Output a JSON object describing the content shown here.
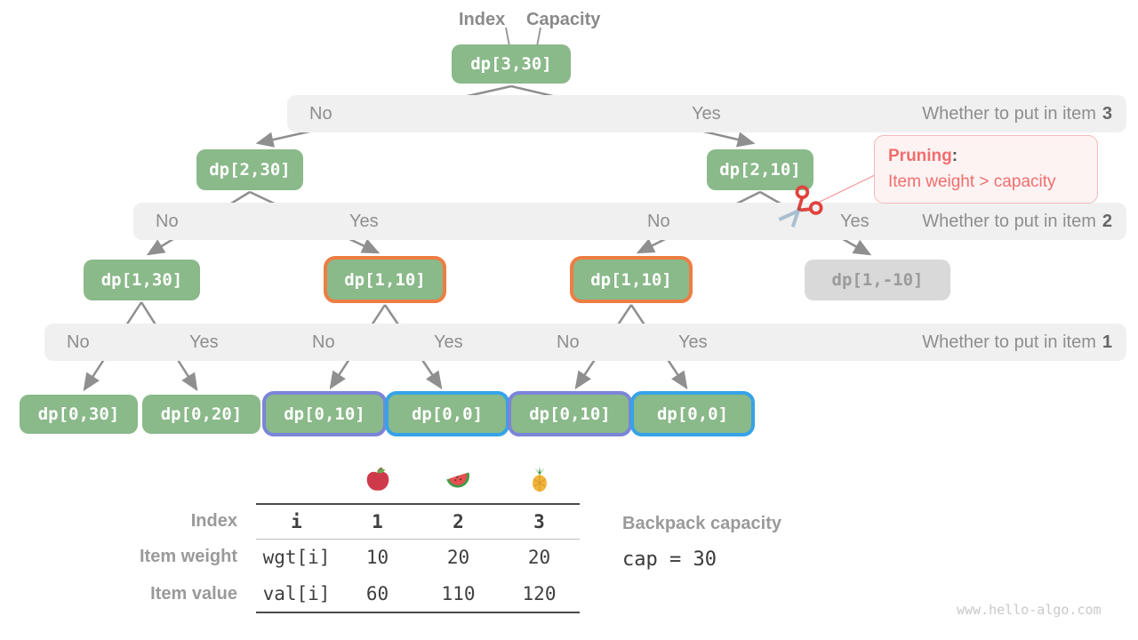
{
  "legend": {
    "index_label": "Index",
    "capacity_label": "Capacity"
  },
  "tree": {
    "root": "dp[3,30]",
    "level2": [
      "dp[2,30]",
      "dp[2,10]"
    ],
    "level1": [
      "dp[1,30]",
      "dp[1,10]",
      "dp[1,10]",
      "dp[1,-10]"
    ],
    "level0": [
      "dp[0,30]",
      "dp[0,20]",
      "dp[0,10]",
      "dp[0,0]",
      "dp[0,10]",
      "dp[0,0]"
    ]
  },
  "bands": [
    {
      "decisions": [
        "No",
        "Yes"
      ],
      "question": "Whether to put in item",
      "item": "3"
    },
    {
      "decisions": [
        "No",
        "Yes",
        "No",
        "Yes"
      ],
      "question": "Whether to put in item",
      "item": "2"
    },
    {
      "decisions": [
        "No",
        "Yes",
        "No",
        "Yes",
        "No",
        "Yes"
      ],
      "question": "Whether to put in item",
      "item": "1"
    }
  ],
  "pruning": {
    "title": "Pruning",
    "colon": ":",
    "detail": "Item weight > capacity"
  },
  "table": {
    "row_labels": [
      "Index",
      "Item weight",
      "Item value"
    ],
    "fruits": [
      "apple",
      "watermelon",
      "pineapple"
    ],
    "header_row": [
      "i",
      "1",
      "2",
      "3"
    ],
    "weight_row": [
      "wgt[i]",
      "10",
      "20",
      "20"
    ],
    "value_row": [
      "val[i]",
      "60",
      "110",
      "120"
    ]
  },
  "capacity": {
    "label": "Backpack capacity",
    "value": "cap = 30"
  },
  "watermark": "www.hello-algo.com",
  "colors": {
    "node_green": "#8ab98a",
    "node_gray_bg": "#d9d9d9",
    "node_gray_text": "#9b9b9b",
    "highlight_orange": "#ee7d43",
    "highlight_purple": "#7b85d8",
    "highlight_blue": "#35a3e8",
    "band_bg": "#f0f0f0",
    "arrow_gray": "#8f8f8f",
    "pruning_red": "#f16d6d",
    "pruning_bg": "#fdf3f3",
    "pruning_border": "#f5b8b8"
  }
}
